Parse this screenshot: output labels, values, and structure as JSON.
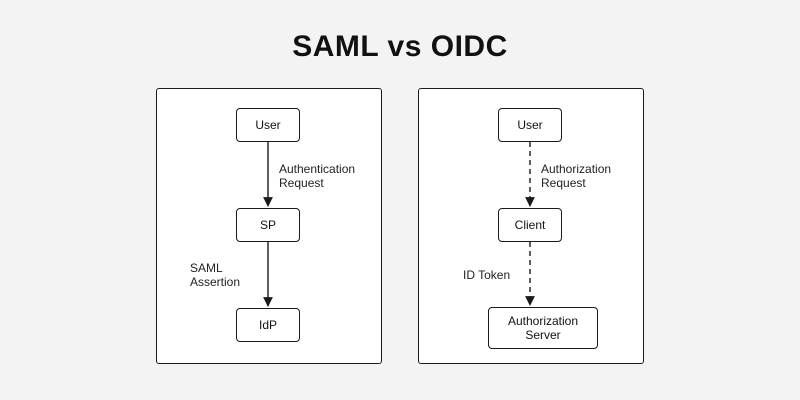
{
  "title": "SAML vs OIDC",
  "saml": {
    "nodes": {
      "user": "User",
      "sp": "SP",
      "idp": "IdP"
    },
    "edges": {
      "user_to_sp": [
        "Authentication",
        "Request"
      ],
      "sp_to_idp": [
        "SAML",
        "Assertion"
      ]
    }
  },
  "oidc": {
    "nodes": {
      "user": "User",
      "client": "Client",
      "auth_server": [
        "Authorization",
        "Server"
      ]
    },
    "edges": {
      "user_to_client": [
        "Authorization",
        "Request"
      ],
      "client_to_server": "ID Token"
    }
  }
}
